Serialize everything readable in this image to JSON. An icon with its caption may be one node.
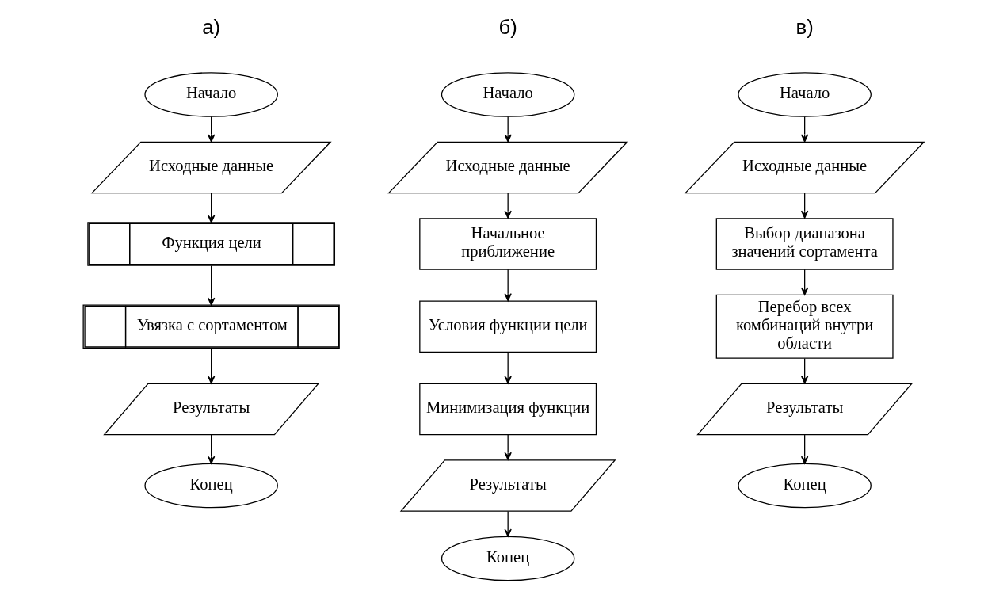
{
  "diagram": {
    "nodes": [
      {
        "text": [
          "Начало"
        ]
      },
      {
        "text": [
          "Исходные данные"
        ]
      },
      {
        "text": [
          "Функция цели"
        ]
      },
      {
        "text": [
          "Увязка с сортаментом"
        ]
      },
      {
        "text": [
          "Результаты"
        ]
      },
      {
        "text": [
          "Конец"
        ]
      },
      {
        "text": [
          "Начало"
        ]
      },
      {
        "text": [
          "Исходные данные"
        ]
      },
      {
        "text": [
          "Начальное приближение"
        ]
      },
      {
        "text": [
          "Условия функции цели"
        ]
      },
      {
        "text": [
          "Минимизация функции"
        ]
      },
      {
        "text": [
          "Результаты"
        ]
      },
      {
        "text": [
          "Конец"
        ]
      },
      {
        "text": [
          "Начало"
        ]
      },
      {
        "text": [
          "Исходные данные"
        ]
      },
      {
        "text": [
          "Выбор диапазона значений сортамента"
        ]
      },
      {
        "text": [
          "Перебор всех комбинаций внутри области"
        ]
      },
      {
        "text": [
          "Результаты"
        ]
      },
      {
        "text": [
          "Конец"
        ]
      }
    ],
    "edges": [
      {
        "from": 0,
        "to": 1,
        "arrow": "to"
      },
      {
        "from": 1,
        "to": 2,
        "arrow": "to"
      },
      {
        "from": 2,
        "to": 3,
        "arrow": "to"
      },
      {
        "from": 3,
        "to": 4,
        "arrow": "to"
      },
      {
        "from": 4,
        "to": 5,
        "arrow": "to"
      },
      {
        "from": 6,
        "to": 7,
        "arrow": "to"
      },
      {
        "from": 7,
        "to": 8,
        "arrow": "to"
      },
      {
        "from": 8,
        "to": 9,
        "arrow": "to"
      },
      {
        "from": 9,
        "to": 10,
        "arrow": "to"
      },
      {
        "from": 10,
        "to": 11,
        "arrow": "to"
      },
      {
        "from": 11,
        "to": 12,
        "arrow": "to"
      },
      {
        "from": 13,
        "to": 14,
        "arrow": "to"
      },
      {
        "from": 14,
        "to": 15,
        "arrow": "to"
      },
      {
        "from": 15,
        "to": 16,
        "arrow": "to"
      },
      {
        "from": 16,
        "to": 17,
        "arrow": "to"
      },
      {
        "from": 17,
        "to": 18,
        "arrow": "to"
      }
    ],
    "labels": [
      "а)",
      "б)",
      "в)"
    ]
  }
}
